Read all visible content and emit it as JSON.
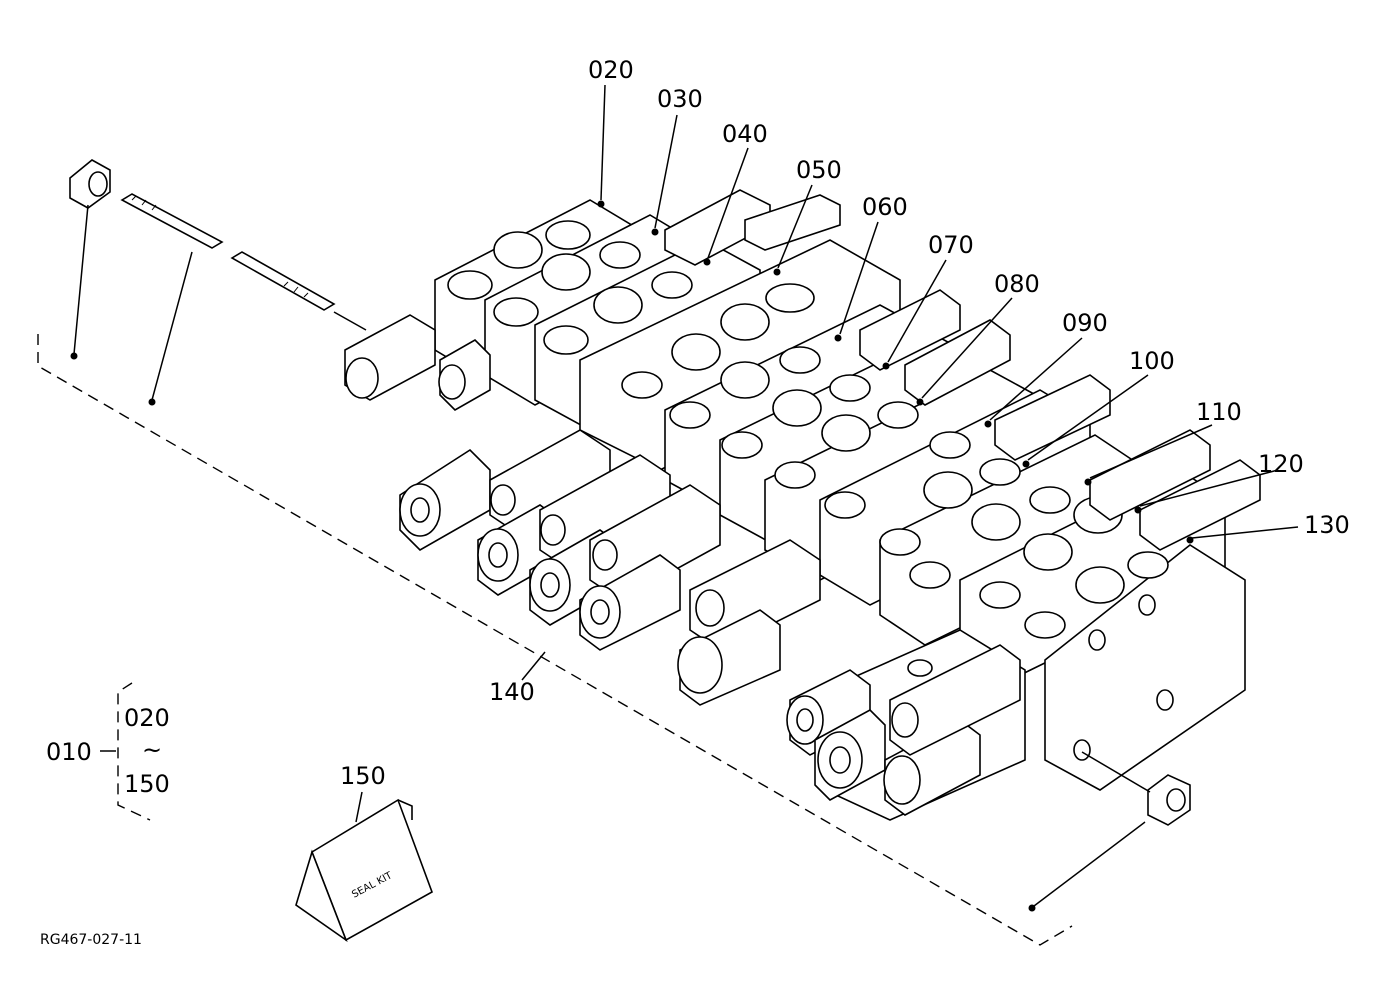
{
  "diagram": {
    "callouts": [
      "020",
      "030",
      "040",
      "050",
      "060",
      "070",
      "080",
      "090",
      "100",
      "110",
      "120",
      "130",
      "140"
    ],
    "assembly": {
      "main": "010",
      "range_from": "020",
      "range_sep": "~",
      "range_to": "150"
    },
    "seal_kit": {
      "callout": "150",
      "label": "SEAL KIT"
    },
    "drawing_code": "RG467-027-11"
  }
}
